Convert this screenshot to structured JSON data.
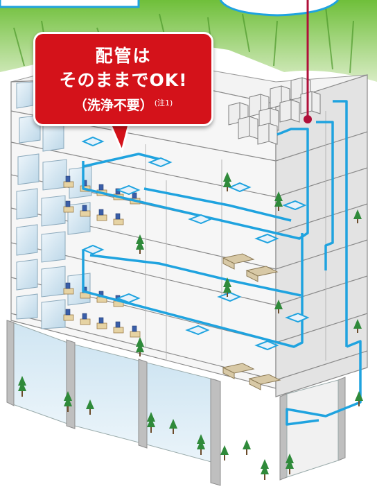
{
  "callout": {
    "line1": "配管は",
    "line2": "そのままでOK!",
    "line3": "（洗浄不要）",
    "note": "(注1)"
  },
  "colors": {
    "callout_bg": "#d4121a",
    "pipe": "#1fa3df",
    "cable": "#b0103a",
    "building_face": "#e8e8e8",
    "building_side": "#cfcfcf",
    "tree": "#2f8a3a"
  },
  "icons": [
    "outdoor-unit-icon",
    "indoor-unit-icon",
    "tree-icon",
    "sofa-icon",
    "desk-icon"
  ]
}
